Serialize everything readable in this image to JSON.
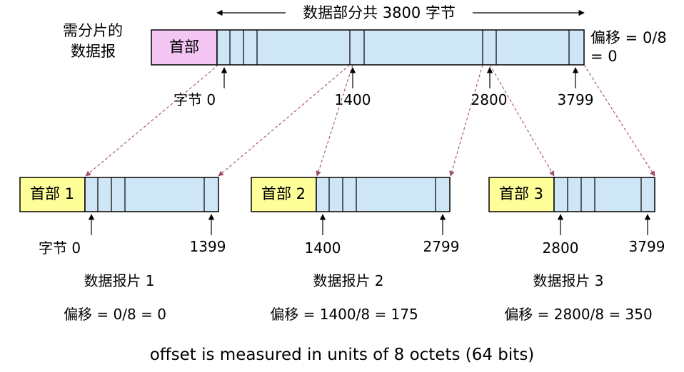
{
  "original": {
    "label_line1": "需分片的",
    "label_line2": "数据报",
    "header_text": "首部",
    "span_label": "数据部分共 3800 字节",
    "offset_line1": "偏移 = 0/8",
    "offset_line2": "= 0",
    "byte_start_label": "字节 0",
    "mark_1400": "1400",
    "mark_2800": "2800",
    "mark_3799": "3799"
  },
  "fragments": [
    {
      "header_text": "首部 1",
      "byte_start_label": "字节 0",
      "byte_end_label": "1399",
      "name": "数据报片 1",
      "offset_text": "偏移 = 0/8 = 0"
    },
    {
      "header_text": "首部 2",
      "byte_start_label": "1400",
      "byte_end_label": "2799",
      "name": "数据报片 2",
      "offset_text": "偏移 = 1400/8 = 175"
    },
    {
      "header_text": "首部 3",
      "byte_start_label": "2800",
      "byte_end_label": "3799",
      "name": "数据报片 3",
      "offset_text": "偏移 = 2800/8 = 350"
    }
  ],
  "footer_note": "offset is measured in units of 8 octets (64 bits)",
  "colors": {
    "original_header": "#f4c6f4",
    "fragment_header": "#ffff99",
    "data_fill": "#cfe6f7",
    "dashed_arrow": "#a0506e"
  }
}
